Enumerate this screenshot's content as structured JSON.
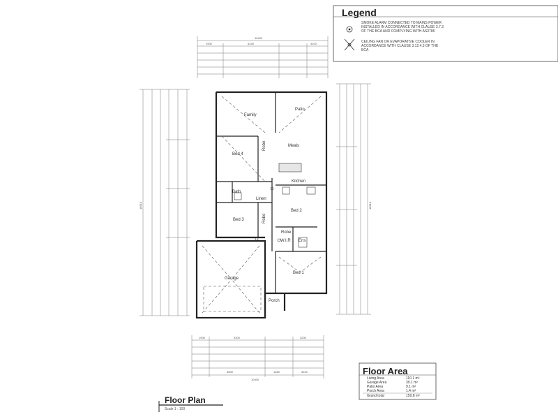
{
  "legend": {
    "title": "Legend",
    "smoke_alarm": "SMOKE ALARM CONNECTED TO MAINS POWER INSTALLED IN ACCORDANCE WITH CLAUSE 3.7.2. OF THE BCA AND COMPLYING WITH AS3786",
    "ceiling_fan": "CEILING FAN OR EVAPORATIVE COOLER IN ACCORDANCE WITH CLAUSE 3.12.4.3 OF THE BCA"
  },
  "rooms": {
    "family": "Family",
    "patio": "Patio",
    "meals": "Meals",
    "bed4": "Bed 4",
    "robe_top": "Robe",
    "kitchen": "Kitchen",
    "bath": "Bath",
    "linen": "Linen",
    "bed2": "Bed 2",
    "bed3": "Bed 3",
    "robe_mid": "Robe",
    "robe_right": "Robe",
    "wir": "W.I.R",
    "ens": "Ens",
    "bed1": "Bed 1",
    "garage": "Garage",
    "porch": "Porch"
  },
  "dimensions": {
    "overall_top": "10400",
    "overall_bottom": "10400",
    "overall_left": "18510",
    "overall_right": "18510",
    "top_row": [
      "1900",
      "5240",
      "3100"
    ],
    "bottom_row": [
      "1900",
      "5300",
      "3200"
    ],
    "bottom_sub": [
      "5890",
      "1280",
      "3240"
    ]
  },
  "floor_area": {
    "title": "Floor Area",
    "rows": [
      {
        "label": "Living Area",
        "value": "110.1 m²"
      },
      {
        "label": "Garage Area",
        "value": "39.1 m²"
      },
      {
        "label": "Patio Area",
        "value": "9.1 m²"
      },
      {
        "label": "Porch Area",
        "value": "1.4 m²"
      },
      {
        "label": "Grand total",
        "value": "159.8 m²"
      }
    ]
  },
  "floor_plan": {
    "title": "Floor Plan",
    "scale": "Scale 1 : 100"
  }
}
